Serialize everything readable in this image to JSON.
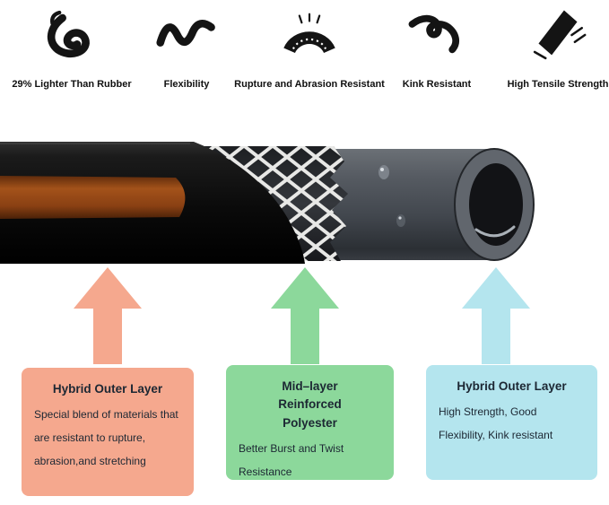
{
  "features": [
    {
      "label": "29% Lighter Than Rubber",
      "icon": "lightweight-hose-icon"
    },
    {
      "label": "Flexibility",
      "icon": "flexible-hose-icon"
    },
    {
      "label": "Rupture and Abrasion Resistant",
      "icon": "abrasion-resistant-hose-icon"
    },
    {
      "label": "Kink Resistant",
      "icon": "kink-resistant-hose-icon"
    },
    {
      "label": "High Tensile Strength",
      "icon": "tensile-strength-hose-icon"
    }
  ],
  "hose": {
    "outer_layer_color": "#000000",
    "stripe_color": "#9c4a16",
    "mesh_color": "#e8e8e6",
    "inner_tube_color": "#4a4f56"
  },
  "callouts": [
    {
      "title": "Hybrid Outer Layer",
      "description": "Special blend of materials that are resistant to rupture, abrasion,and stretching",
      "color": "#f5a88e"
    },
    {
      "title": "Mid–layer Reinforced Polyester",
      "description": "Better Burst and Twist Resistance",
      "color": "#8cd89b"
    },
    {
      "title": "Hybrid Outer Layer",
      "description": "High Strength, Good Flexibility, Kink resistant",
      "color": "#b4e5ee"
    }
  ]
}
